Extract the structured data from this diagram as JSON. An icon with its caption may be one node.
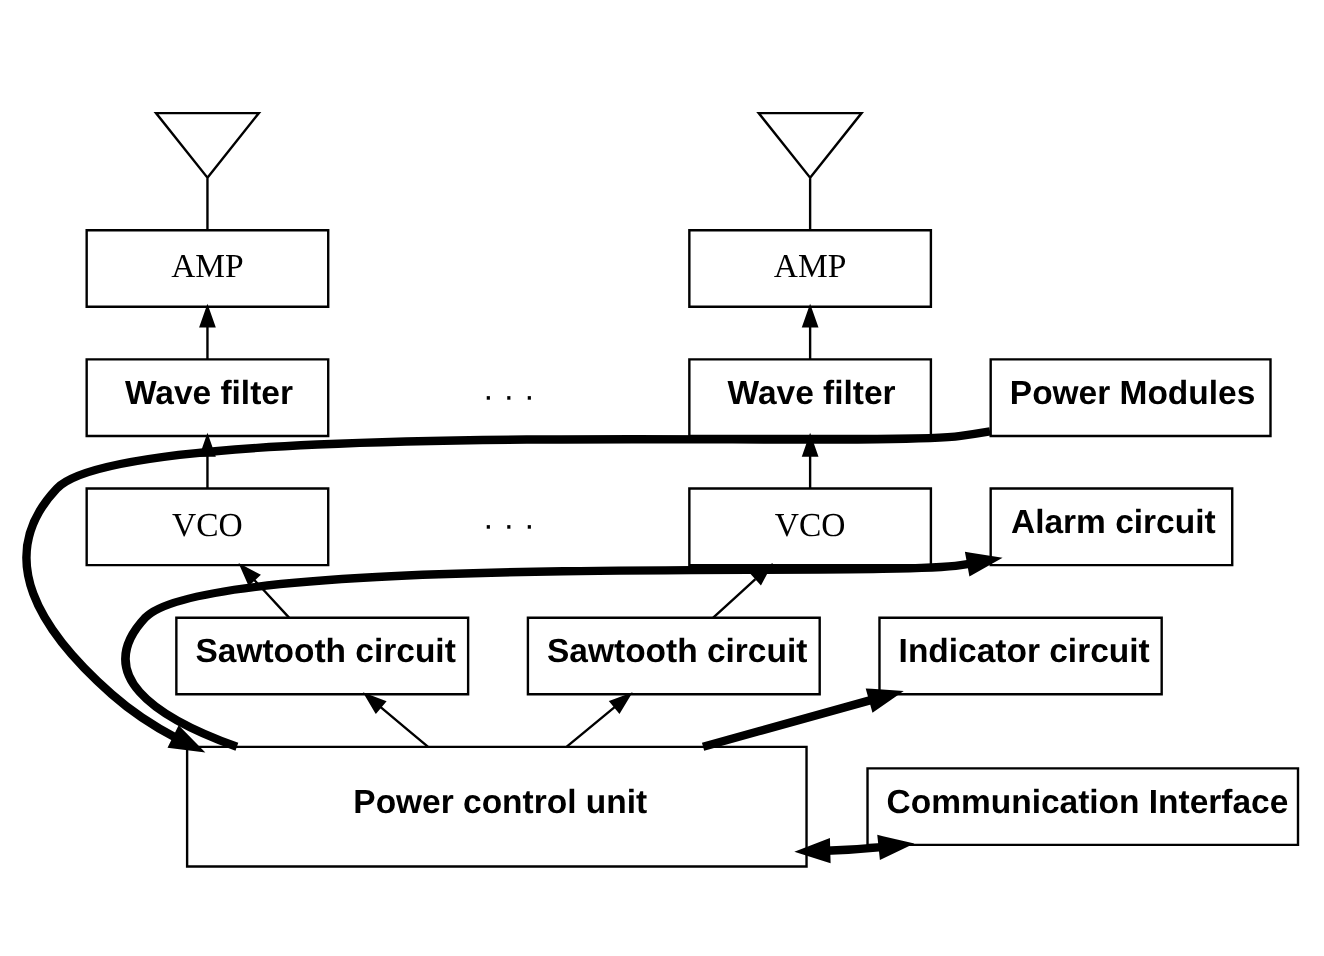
{
  "diagram": {
    "nodes": [
      {
        "text": [],
        "shape": "picture"
      },
      {
        "text": [],
        "shape": "picture"
      },
      {
        "text": [
          "AMP"
        ]
      },
      {
        "text": [
          "AMP"
        ]
      },
      {
        "text": [
          "Wave filter"
        ]
      },
      {
        "text": [
          "Wave filter"
        ]
      },
      {
        "text": [
          "Power Modules"
        ]
      },
      {
        "text": [
          "VCO"
        ]
      },
      {
        "text": [
          "VCO"
        ]
      },
      {
        "text": [
          "Alarm circuit"
        ]
      },
      {
        "text": [
          "Sawtooth circuit"
        ]
      },
      {
        "text": [
          "Sawtooth circuit"
        ]
      },
      {
        "text": [
          "Indicator circuit"
        ]
      },
      {
        "text": [
          "Power control unit"
        ]
      },
      {
        "text": [
          "Communication Interface"
        ]
      }
    ],
    "edges": [
      {
        "from": 13,
        "to": 10,
        "arrow": "to"
      },
      {
        "from": 13,
        "to": 11,
        "arrow": "to"
      },
      {
        "from": 10,
        "to": 7,
        "arrow": "to"
      },
      {
        "from": 11,
        "to": 8,
        "arrow": "to"
      },
      {
        "from": 7,
        "to": 4,
        "arrow": "to"
      },
      {
        "from": 8,
        "to": 5,
        "arrow": "to"
      },
      {
        "from": 4,
        "to": 2,
        "arrow": "to"
      },
      {
        "from": 5,
        "to": 3,
        "arrow": "to"
      },
      {
        "from": 2,
        "to": 0,
        "arrow": "none"
      },
      {
        "from": 3,
        "to": 1,
        "arrow": "none"
      },
      {
        "from": 6,
        "to": 13,
        "arrow": "to",
        "style": "thick"
      },
      {
        "from": 13,
        "to": 9,
        "arrow": "to",
        "style": "thick"
      },
      {
        "from": 13,
        "to": 12,
        "arrow": "to",
        "style": "thick"
      },
      {
        "from": 13,
        "to": 14,
        "arrow": "both",
        "style": "thick"
      }
    ],
    "labels": [
      "· · ·",
      "· · ·"
    ]
  }
}
